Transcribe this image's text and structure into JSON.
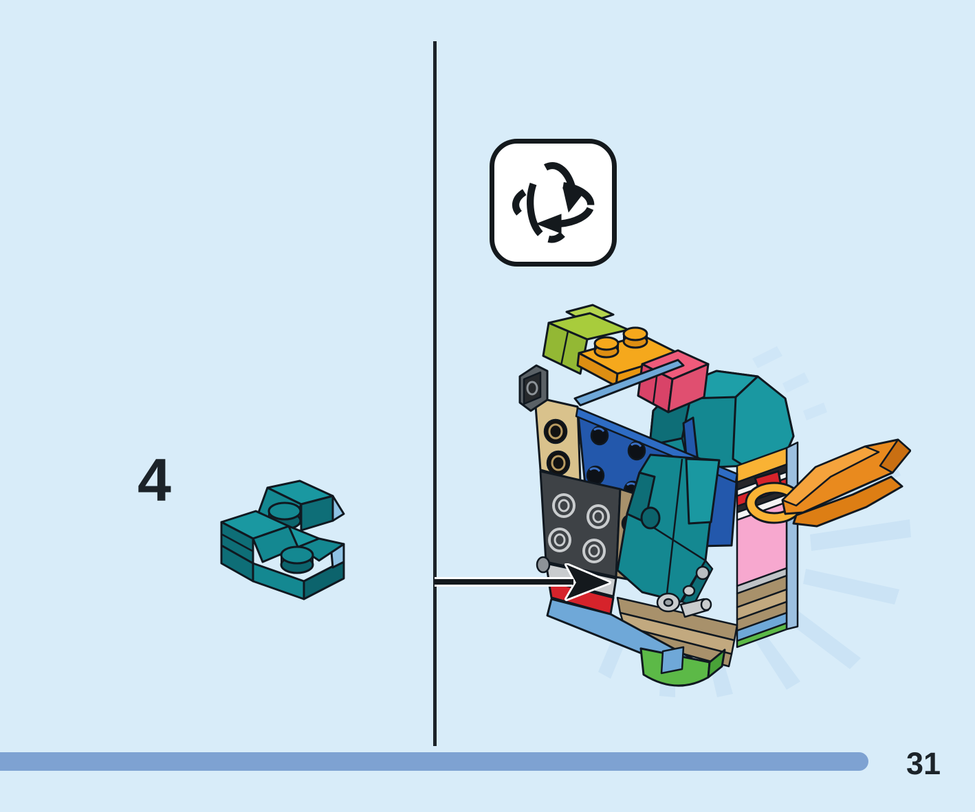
{
  "page": {
    "background_color": "#d8ecf9",
    "ink_color": "#1c2329"
  },
  "step": {
    "number": "4",
    "part_preview": "teal 2x2 plate with two slope bricks and two studs"
  },
  "callout": {
    "rotate_icon_name": "rotate-model-icon",
    "placement_arrow_name": "placement-arrow"
  },
  "model": {
    "description": "partially built brick model shown from the back with placement arrow",
    "palette": {
      "teal": "#148891",
      "teal_dark": "#0e6e77",
      "teal_light": "#1a98a1",
      "lime": "#a8cc3c",
      "orange": "#f5a81c",
      "pink": "#ef5b7b",
      "blue": "#2358ac",
      "light_blue": "#6fa8d8",
      "tan": "#d9c28c",
      "dark_tan": "#a8916b",
      "dark_gray": "#3e4246",
      "light_gray": "#c9ccce",
      "red": "#d6232b",
      "bright_pink": "#f7a8cf",
      "green": "#5cb947",
      "wing_orange": "#e98a1e",
      "rays": "#cbe3f5"
    }
  },
  "footer": {
    "page_number": "31",
    "bar_color": "#7ea2d2"
  }
}
